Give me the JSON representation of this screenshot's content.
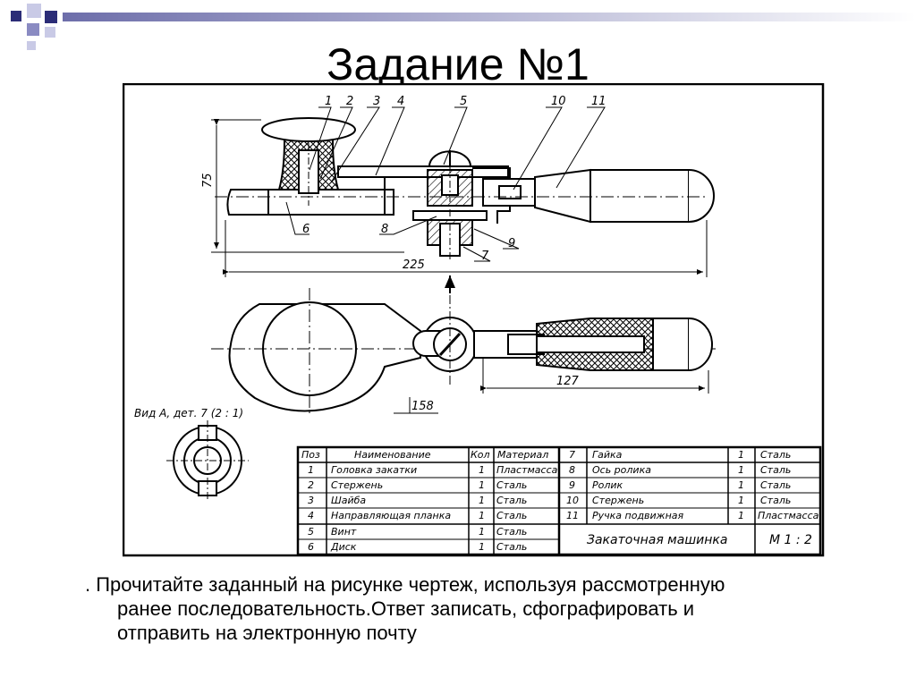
{
  "slide": {
    "title": "Задание №1",
    "caption_line1": ". Прочитайте заданный на рисунке  чертеж, используя рассмотренную",
    "caption_line2": "ранее последовательность.Ответ записать, сфографировать и",
    "caption_line3": "отправить на электронную почту"
  },
  "colors": {
    "accent_dark": "#2b2c77",
    "accent_mid": "#8a8bc2",
    "accent_light": "#c9cae6"
  },
  "drawing": {
    "leaders": [
      "1",
      "2",
      "3",
      "4",
      "5",
      "10",
      "11",
      "6",
      "8",
      "9",
      "7"
    ],
    "dims": {
      "height": "75",
      "length": "225",
      "handle": "127",
      "sheet_ref": "158"
    },
    "view_note": "Вид А, дет. 7 (2 : 1)",
    "table": {
      "headers": [
        "Поз",
        "Наименование",
        "Кол",
        "Материал"
      ],
      "left_rows": [
        {
          "pos": "1",
          "name": "Головка закатки",
          "qty": "1",
          "mat": "Пластмасса"
        },
        {
          "pos": "2",
          "name": "Стержень",
          "qty": "1",
          "mat": "Сталь"
        },
        {
          "pos": "3",
          "name": "Шайба",
          "qty": "1",
          "mat": "Сталь"
        },
        {
          "pos": "4",
          "name": "Направляющая планка",
          "qty": "1",
          "mat": "Сталь"
        },
        {
          "pos": "5",
          "name": "Винт",
          "qty": "1",
          "mat": "Сталь"
        },
        {
          "pos": "6",
          "name": "Диск",
          "qty": "1",
          "mat": "Сталь"
        }
      ],
      "right_rows": [
        {
          "pos": "7",
          "name": "Гайка",
          "qty": "1",
          "mat": "Сталь"
        },
        {
          "pos": "8",
          "name": "Ось ролика",
          "qty": "1",
          "mat": "Сталь"
        },
        {
          "pos": "9",
          "name": "Ролик",
          "qty": "1",
          "mat": "Сталь"
        },
        {
          "pos": "10",
          "name": "Стержень",
          "qty": "1",
          "mat": "Сталь"
        },
        {
          "pos": "11",
          "name": "Ручка подвижная",
          "qty": "1",
          "mat": "Пластмасса"
        }
      ],
      "title_block_name": "Закаточная машинка",
      "title_block_scale": "М 1 : 2"
    }
  }
}
